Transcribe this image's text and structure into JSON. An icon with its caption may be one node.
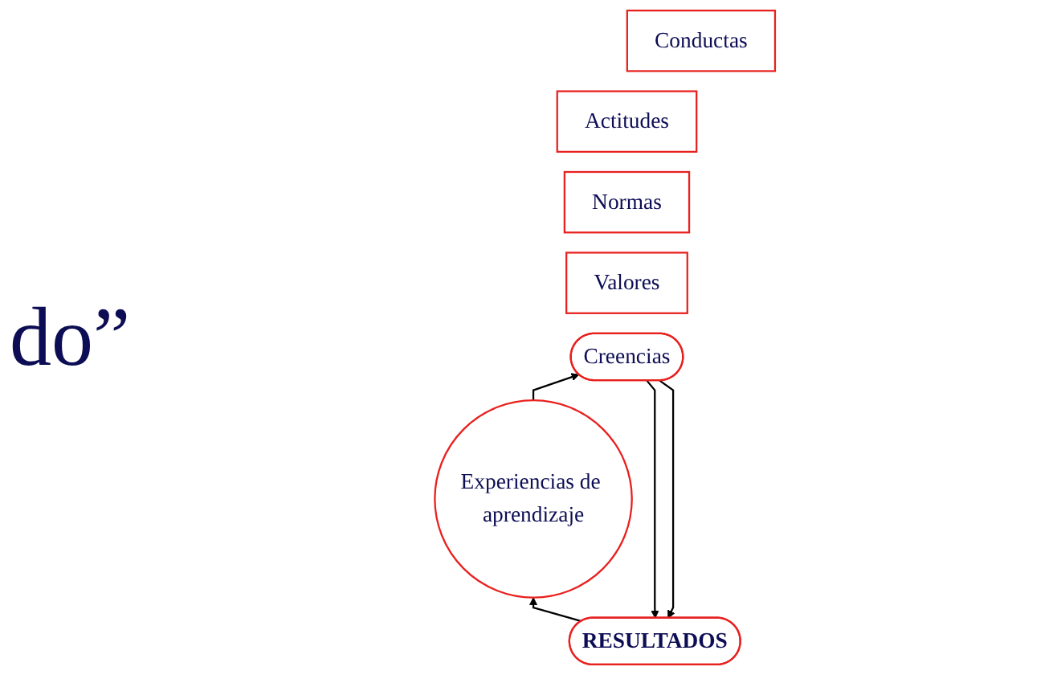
{
  "diagram": {
    "nodes": [
      {
        "text": [
          "RESULTADOS"
        ]
      },
      {
        "text": [
          "Conductas"
        ]
      },
      {
        "text": [
          "Actitudes"
        ]
      },
      {
        "text": [
          "Normas"
        ]
      },
      {
        "text": [
          "Valores"
        ]
      },
      {
        "text": [
          "Experiencias de aprendizaje"
        ]
      },
      {
        "text": [
          "Creencias"
        ]
      }
    ],
    "edges": [
      {
        "from": 6,
        "to": 0,
        "arrow": "to"
      },
      {
        "from": 6,
        "to": 0,
        "arrow": "to"
      },
      {
        "from": 0,
        "to": 5,
        "arrow": "to"
      },
      {
        "from": 5,
        "to": 6,
        "arrow": "to"
      }
    ],
    "labels": [
      "do”"
    ]
  }
}
